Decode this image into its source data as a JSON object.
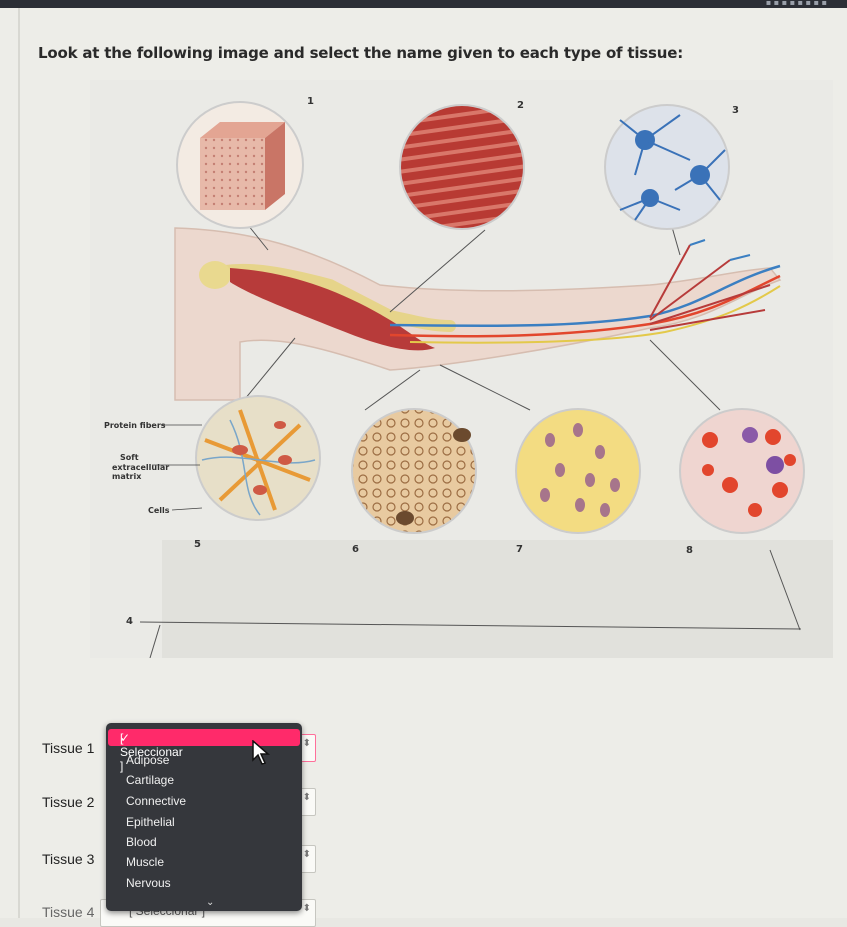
{
  "browser": {
    "top_text": "▪ ▪ ▪ ▪ ▪ ▪ ▪ ▪"
  },
  "question": {
    "text": "Look at the following image and select the name given to each type of tissue:"
  },
  "figure": {
    "numbers": [
      "1",
      "2",
      "3",
      "4",
      "5",
      "6",
      "7",
      "8"
    ],
    "labels": {
      "protein_fibers": "Protein fibers",
      "soft_matrix_1": "Soft",
      "soft_matrix_2": "extracellular",
      "soft_matrix_3": "matrix",
      "cells": "Cells"
    },
    "colors": {
      "muscle": "#b73b3a",
      "skin": "#f1d9ce",
      "bone": "#e9d98f",
      "blood_red": "#e2462d",
      "nerve_blue": "#3b7fc2"
    }
  },
  "rows": [
    {
      "label": "Tissue 1"
    },
    {
      "label": "Tissue 2"
    },
    {
      "label": "Tissue 3"
    },
    {
      "label": "Tissue 4",
      "value": "[ Seleccionar ]"
    }
  ],
  "dropdown": {
    "selected": "[ Seleccionar ]",
    "check": "✓",
    "options": [
      "Adipose",
      "Cartilage",
      "Connective",
      "Epithelial",
      "Blood",
      "Muscle",
      "Nervous"
    ]
  },
  "icons": {
    "cursor": "pointer-cursor-icon",
    "check": "check-icon",
    "chevron": "chevron-down-icon"
  }
}
